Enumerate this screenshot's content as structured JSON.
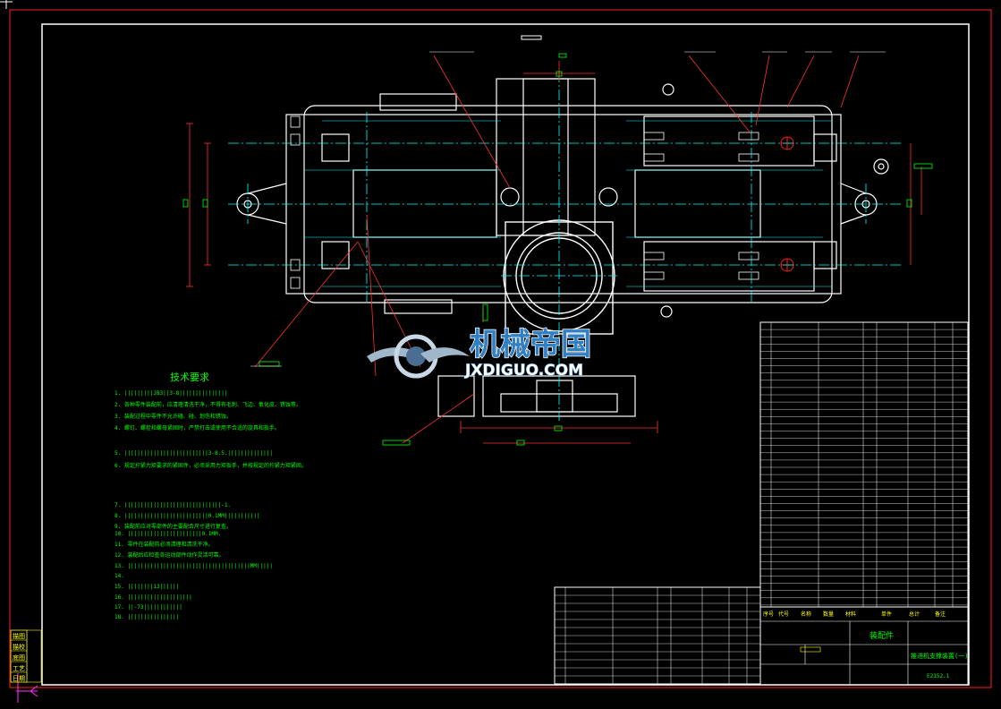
{
  "sheet": {
    "background": "#000000",
    "frame_color": "#ff2020",
    "part_color": "#ffffff",
    "center_color": "#00ffff",
    "text_color": "#00ff00",
    "dim_color": "#ff3030",
    "table_color": "#ffffff",
    "accent_color": "#ffff00"
  },
  "notes": {
    "heading": "技术要求",
    "lines": [
      "1. |||||||||JB3||3-8|||||||||||||||",
      "2. 各种零件装配前，应清理清洗干净，不得有毛刺、飞边、氧化皮、锈蚀等。",
      "3. 装配过程中零件不允许磕、碰、划伤和锈蚀。",
      "4. 螺钉、螺栓和螺母紧固时，严禁打击或使用不合适的旋具和扳手。",
      "5. ||||||||||||||||||||||||||3-8.5.||||||||||||||",
      "6. 规定拧紧力矩要求的紧固件，必须采用力矩扳手，并按规定的拧紧力矩紧固。",
      "7. ||||||||||||||||||||||||||||||-1.",
      "8. ||||||||||||||||||||||||||0.1MM|||||||||||",
      "9. 装配前应对零部件的主要配合尺寸进行复查。",
      "10. |||||||||||||||||||||||0.1MM.",
      "11. 零件在装配前必须清理和清洗干净。",
      "12. 装配后应检查各运动部件动作灵活可靠。",
      "13. ||||||||||||||||||||||||||||||||||||||MM|||||",
      "14.",
      "15. ||||||||13||||||",
      "16. ||||||||||||||||||||",
      "17. ||-73||||||||||||",
      "18. ||||||||||||||||"
    ]
  },
  "watermark": {
    "title": "机械帝国",
    "subtitle": "JXDIGUO.COM"
  },
  "title_block": {
    "drawing_name": "推进机支撑装置(一)",
    "assembly_label": "装配件",
    "drawing_code": "E2152.1"
  },
  "bom_headers": [
    "序号",
    "代号",
    "名称",
    "数量",
    "材料",
    "单件",
    "总计",
    "备注"
  ],
  "side_stamp": [
    "描图",
    "描校",
    "底图",
    "工艺",
    "日期"
  ]
}
